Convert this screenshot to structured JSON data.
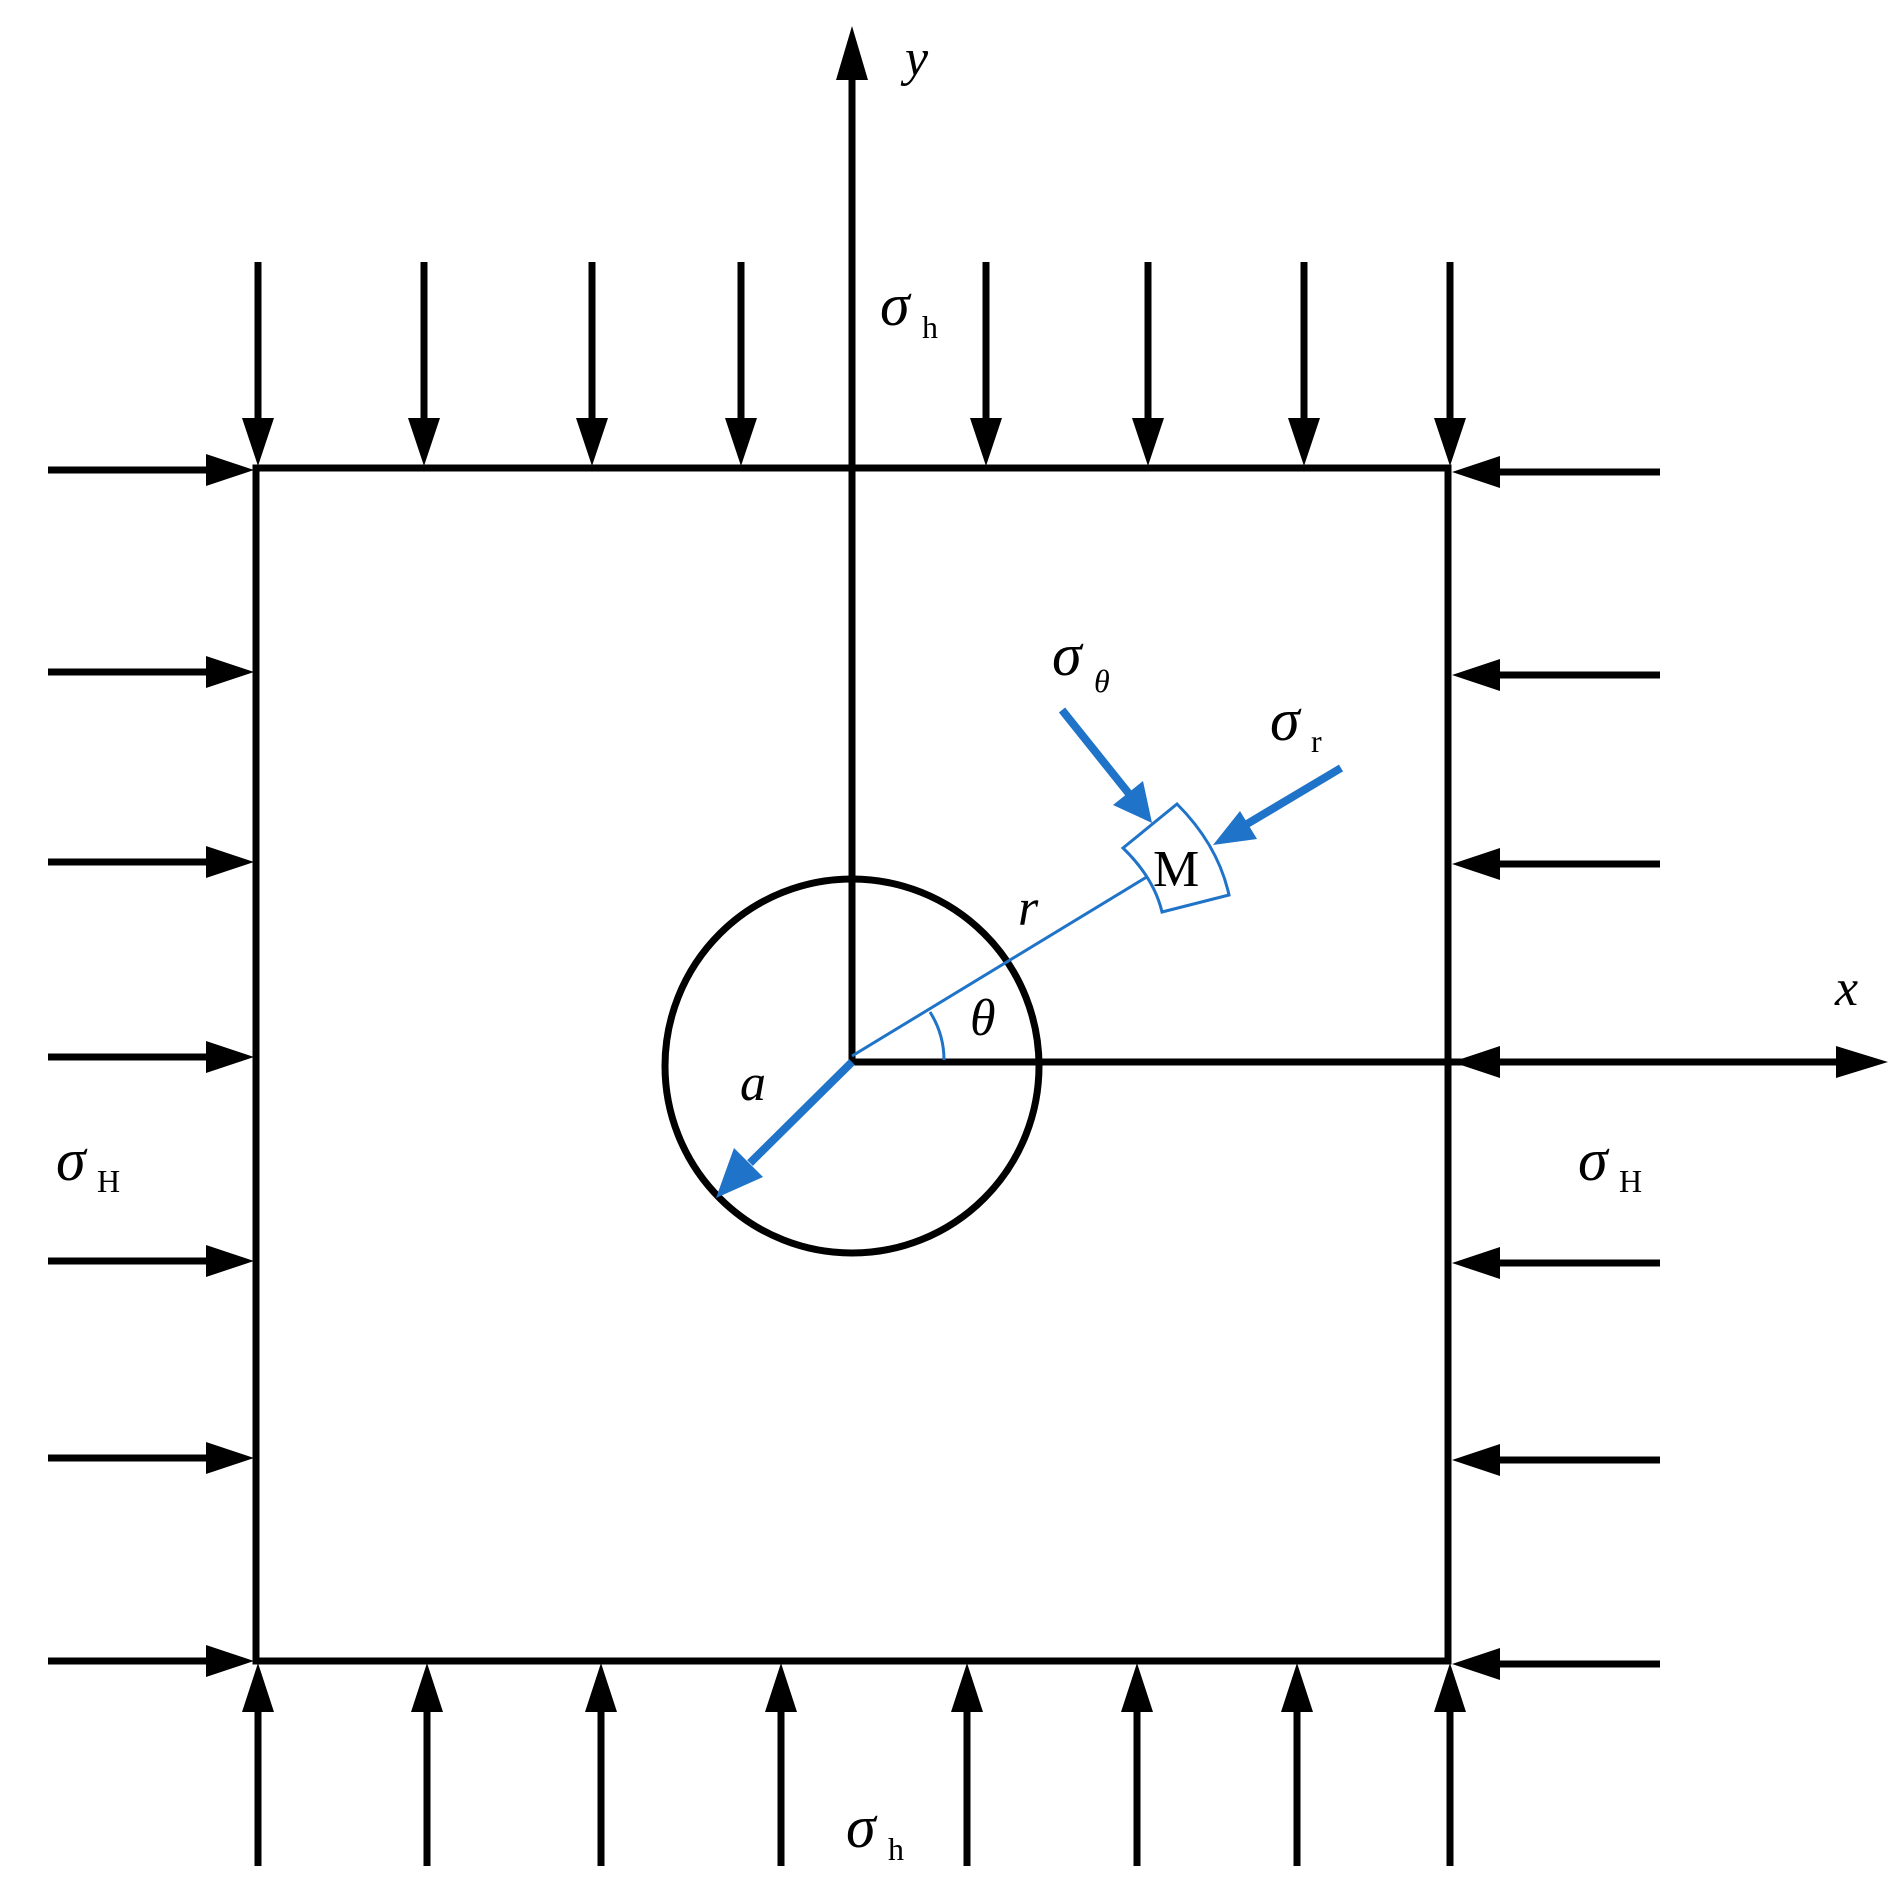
{
  "colors": {
    "ink": "#000000",
    "accent": "#1f73c8",
    "background": "#ffffff"
  },
  "labels": {
    "axis_x": "x",
    "axis_y": "y",
    "sigma": "σ",
    "sub_h": "h",
    "sub_H": "H",
    "sub_theta": "θ",
    "sub_r": "r",
    "radius_a": "a",
    "radius_r": "r",
    "angle_theta": "θ",
    "point_M": "M"
  }
}
